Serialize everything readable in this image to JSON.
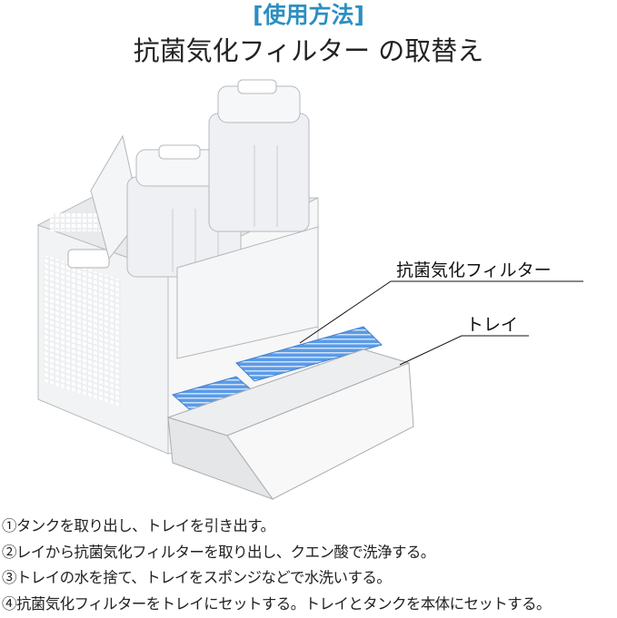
{
  "header": {
    "title": "[使用方法]",
    "subtitle": "抗菌気化フィルター の取替え",
    "title_color": "#2b8fc2"
  },
  "illustration": {
    "labels": {
      "filter": "抗菌気化フィルター",
      "tray": "トレイ"
    }
  },
  "steps": [
    "①タンクを取り出し、トレイを引き出す。",
    "②レイから抗菌気化フィルターを取り出し、クエン酸で洗浄する。",
    "③トレイの水を捨て、トレイをスポンジなどで水洗いする。",
    "④抗菌気化フィルターをトレイにセットする。トレイとタンクを本体にセットする。"
  ]
}
